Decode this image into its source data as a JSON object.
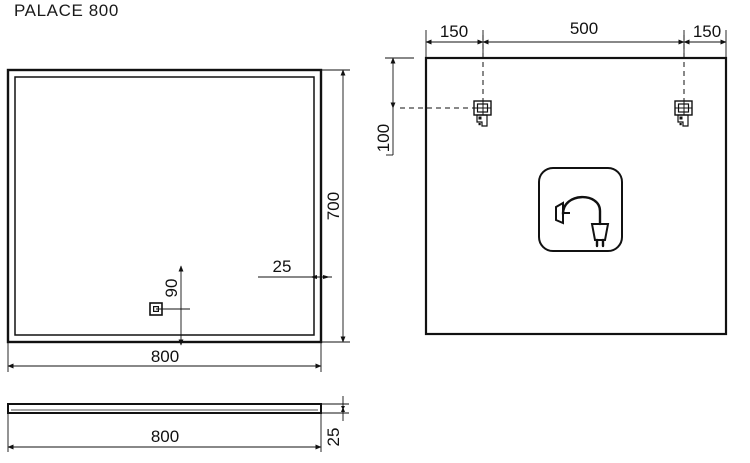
{
  "document": {
    "title": "PALACE 800",
    "kind": "technical-drawing",
    "line_color": "#111111",
    "background_color": "#ffffff",
    "units": "mm"
  },
  "views": {
    "front": {
      "name": "front-view",
      "label": "",
      "dimensions": {
        "width": "800",
        "height": "700",
        "frame_inset": "25",
        "sensor_offset": "90"
      },
      "features": [
        {
          "name": "touch-sensor-icon",
          "label": ""
        }
      ]
    },
    "back": {
      "name": "back-view",
      "dimensions": {
        "left_margin": "150",
        "center_span": "500",
        "right_margin": "150",
        "top_offset": "100"
      },
      "features": [
        {
          "name": "wall-bracket-left",
          "label": ""
        },
        {
          "name": "wall-bracket-right",
          "label": ""
        },
        {
          "name": "power-cord-icon",
          "label": ""
        }
      ]
    },
    "side": {
      "name": "side-view",
      "dimensions": {
        "width": "800",
        "thickness": "25"
      }
    }
  },
  "dimension_labels": {
    "front_width": "800",
    "front_height": "700",
    "front_frame": "25",
    "front_sensor": "90",
    "back_left": "150",
    "back_center": "500",
    "back_right": "150",
    "back_top": "100",
    "side_width": "800",
    "side_thickness": "25"
  }
}
